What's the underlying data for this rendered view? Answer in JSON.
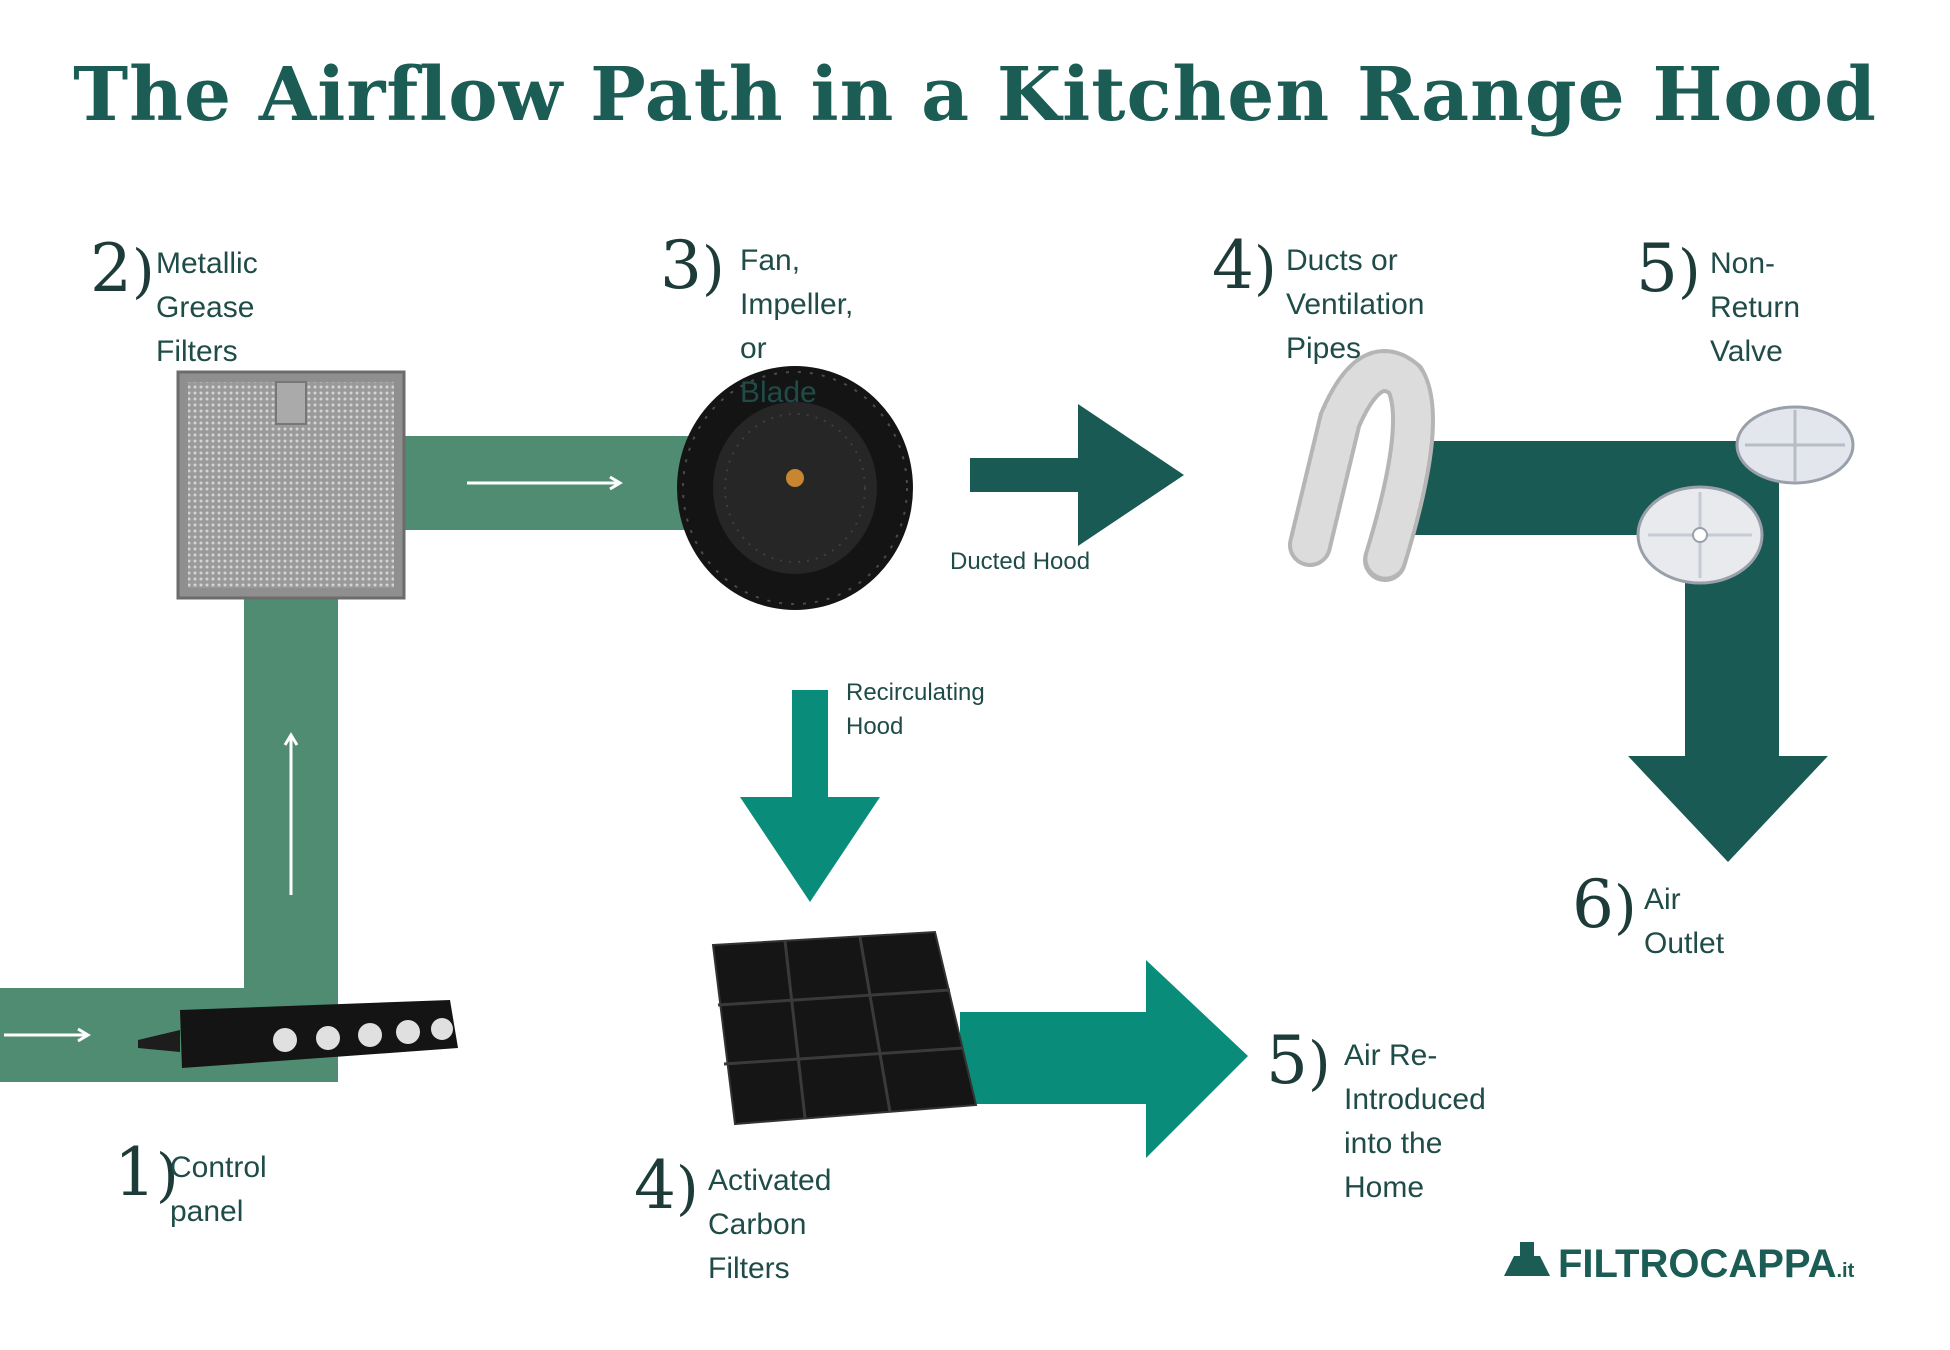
{
  "title": "The Airflow Path in a Kitchen Range Hood",
  "colors": {
    "title": "#1b5c55",
    "pathLight": "#4f8c72",
    "pathDark": "#1a5a54",
    "pathTeal": "#0a8c7a"
  },
  "steps": [
    {
      "id": "control-panel",
      "number": "1",
      "label": "Control panel"
    },
    {
      "id": "grease-filters",
      "number": "2",
      "label": "Metallic Grease\nFilters"
    },
    {
      "id": "fan",
      "number": "3",
      "label": "Fan, Impeller, or\nBlade"
    },
    {
      "id": "ducts",
      "number": "4",
      "label": "Ducts or\nVentilation Pipes"
    },
    {
      "id": "valve",
      "number": "5",
      "label": "Non-Return\nValve"
    },
    {
      "id": "air-outlet",
      "number": "6",
      "label": "Air Outlet"
    },
    {
      "id": "carbon-filters",
      "number": "4",
      "label": "Activated Carbon\nFilters"
    },
    {
      "id": "air-reintroduced",
      "number": "5",
      "label": "Air Re-Introduced\ninto the Home"
    }
  ],
  "branches": {
    "ducted": "Ducted Hood",
    "recirculating": "Recirculating\nHood"
  },
  "logo": {
    "brand": "FILTROCAPPA",
    "tld": ".it"
  }
}
